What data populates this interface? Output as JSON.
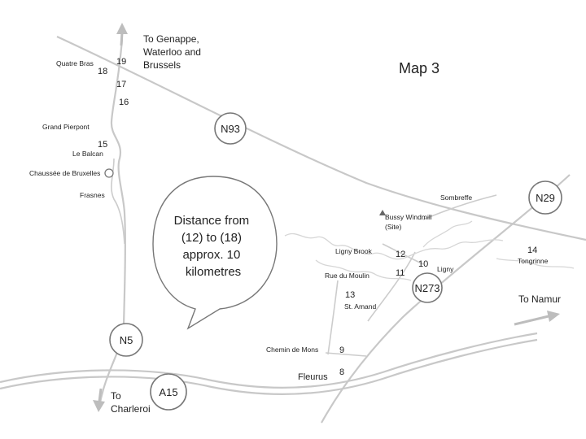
{
  "title": "Map 3",
  "direction_labels": {
    "north": [
      "To Genappe,",
      "Waterloo and",
      "Brussels"
    ],
    "south": [
      "To",
      "Charleroi"
    ],
    "east": "To Namur"
  },
  "road_badges": {
    "n93": "N93",
    "n29": "N29",
    "n273": "N273",
    "n5": "N5",
    "a15": "A15"
  },
  "places": {
    "quatre_bras": "Quatre Bras",
    "grand_pierpont": "Grand Pierpont",
    "le_balcan": "Le Balcan",
    "chaussee": "Chaussée de Bruxelles",
    "frasnes": "Frasnes",
    "sombreffe": "Sombreffe",
    "bussy_windmill": [
      "Bussy Windmill",
      "(Site)"
    ],
    "ligny_brook": "Ligny Brook",
    "rue_du_moulin": "Rue du Moulin",
    "ligny": "Ligny",
    "tongrinne": "Tongrinne",
    "st_amand": "St. Amand",
    "chemin_de_mons": "Chemin de Mons",
    "fleurus": "Fleurus"
  },
  "waypoints": {
    "p8": "8",
    "p9": "9",
    "p10": "10",
    "p11": "11",
    "p12": "12",
    "p13": "13",
    "p14": "14",
    "p15": "15",
    "p16": "16",
    "p17": "17",
    "p18": "18",
    "p19": "19"
  },
  "callout": [
    "Distance from",
    "(12) to (18)",
    "approx. 10",
    "kilometres"
  ],
  "colors": {
    "road": "#c8c8c8",
    "outline": "#777777",
    "text": "#222222"
  }
}
